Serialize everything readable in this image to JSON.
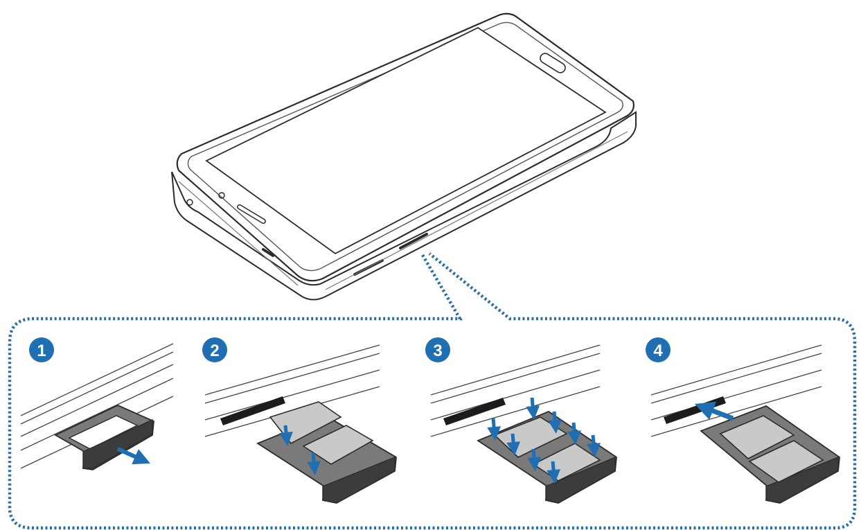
{
  "colors": {
    "outline": "#2b2b2b",
    "light_line": "#8c8c8c",
    "phone_fill": "#ffffff",
    "screen_fill": "#ffffff",
    "tray_fill": "#6a6a6a",
    "tray_dark": "#3c3c3c",
    "card_fill": "#c9c9c9",
    "slot_fill": "#1c1c1c",
    "accent_blue": "#1f6fb2",
    "dotted_blue": "#2a6ea8"
  },
  "steps": [
    {
      "number": "1",
      "action": "pull-out-tray"
    },
    {
      "number": "2",
      "action": "place-cards"
    },
    {
      "number": "3",
      "action": "press-cards"
    },
    {
      "number": "4",
      "action": "insert-tray"
    }
  ],
  "icons": {
    "device": "tablet-phone-icon",
    "tray": "sim-tray-icon",
    "card": "sim-card-icon",
    "arrow": "blue-arrow-icon"
  }
}
